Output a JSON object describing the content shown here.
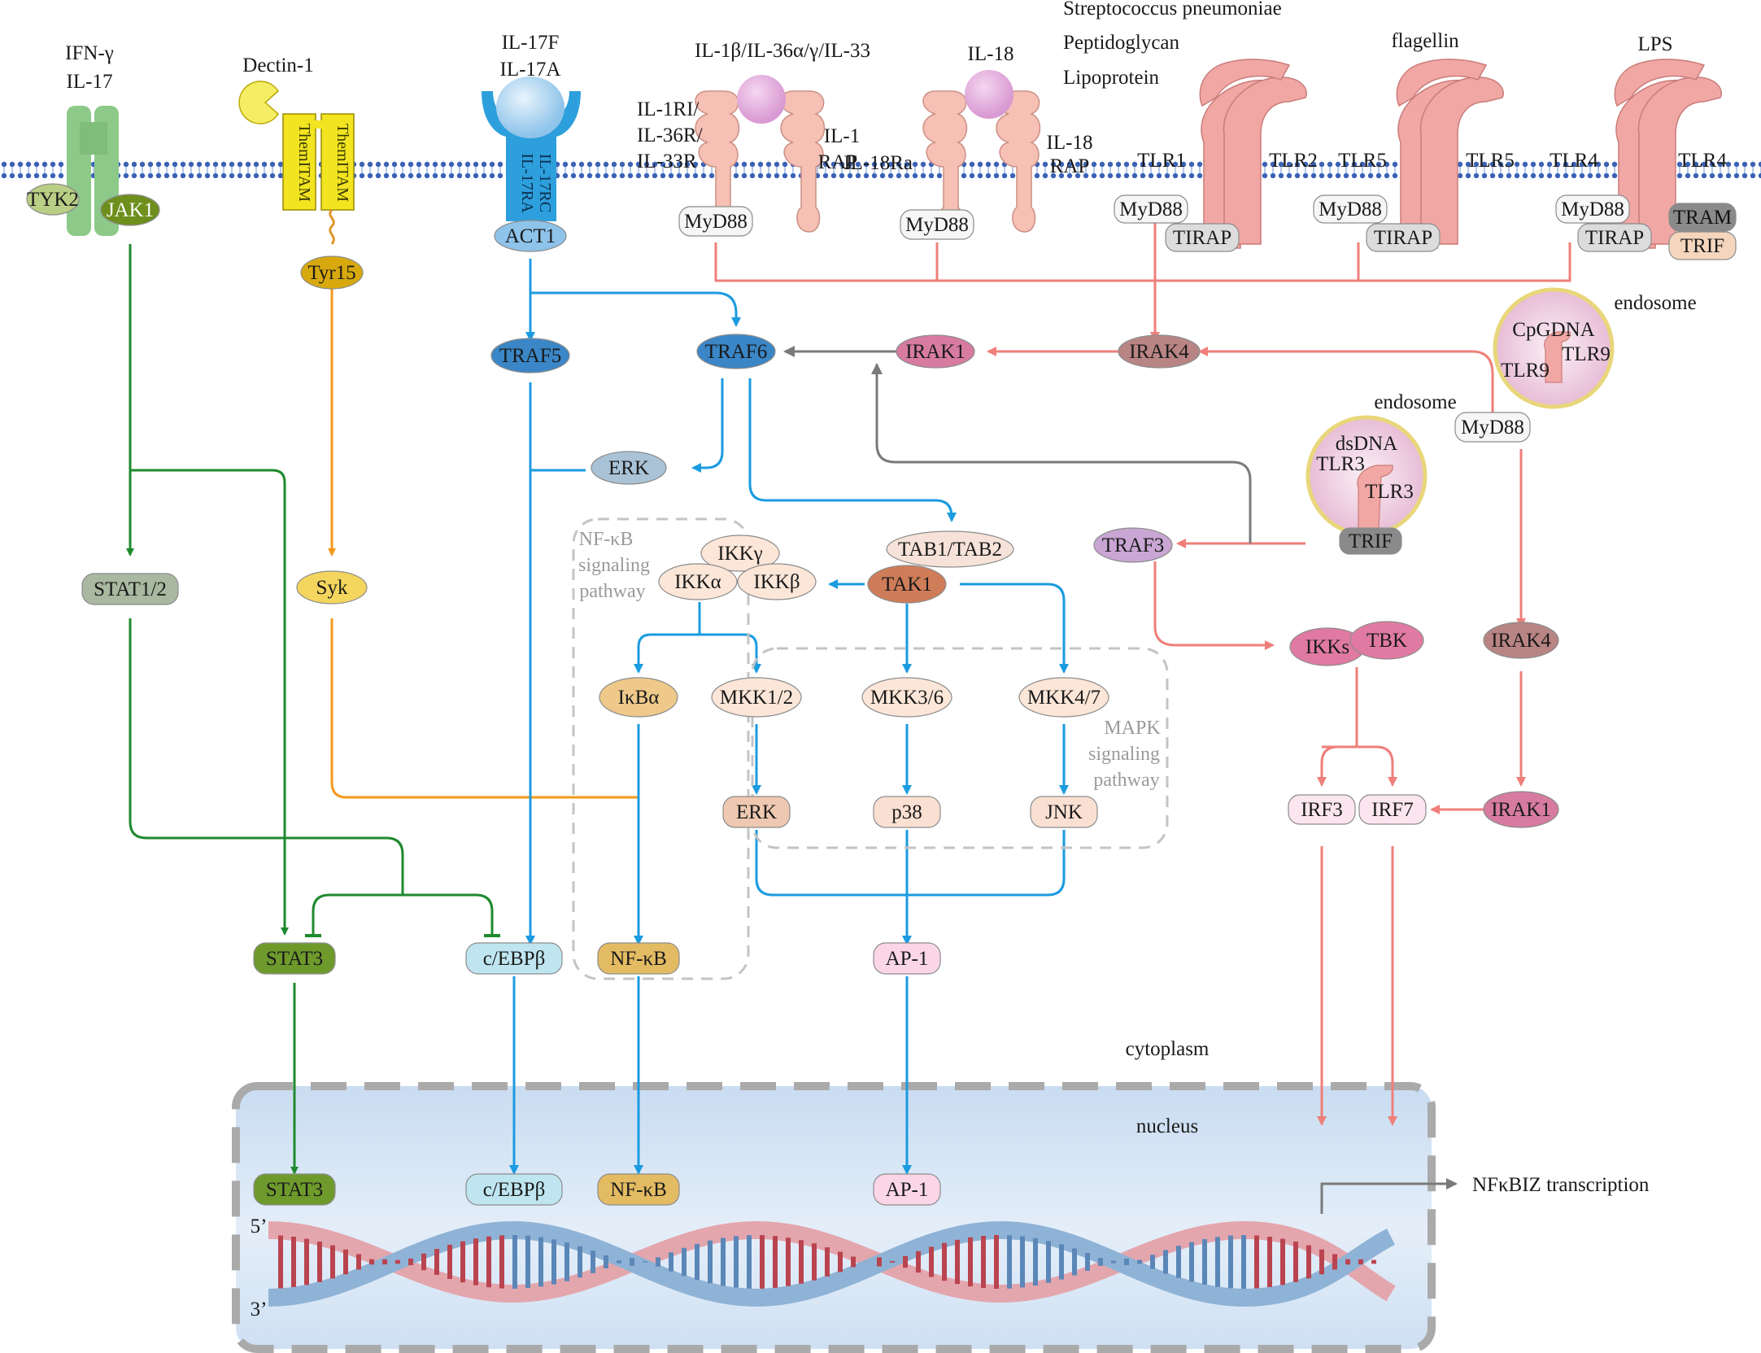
{
  "labels": {
    "ifn_gamma": "IFN-γ",
    "il17_top": "IL-17",
    "dectin1": "Dectin-1",
    "il17f": "IL-17F",
    "il17a": "IL-17A",
    "il1b_group": "IL-1β/IL-36α/γ/IL-33",
    "il18": "IL-18",
    "strep": "Streptococcus pneumoniae",
    "peptidoglycan": "Peptidoglycan",
    "lipoprotein": "Lipoprotein",
    "flagellin": "flagellin",
    "lps": "LPS",
    "il1ri_a": "IL-1RI/",
    "il1ri_b": "IL-36R/",
    "il1ri_c": "IL-33R",
    "il1rap_a": "IL-1",
    "il1rap_b": "RAP",
    "il18ra": "IL-18Ra",
    "il18rap_a": "IL-18",
    "il18rap_b": "RAP",
    "tlr1": "TLR1",
    "tlr2": "TLR2",
    "tlr5a": "TLR5",
    "tlr5b": "TLR5",
    "tlr4a": "TLR4",
    "tlr4b": "TLR4",
    "hemitam1": "ThemITAM",
    "hemitam2": "ThemITAM",
    "il17ra": "IL-17RA",
    "il17rc": "IL-17RC",
    "endosome1": "endosome",
    "endosome2": "endosome",
    "cpgdna": "CpGDNA",
    "tlr9a": "TLR9",
    "tlr9b": "TLR9",
    "dsdna": "dsDNA",
    "tlr3a": "TLR3",
    "tlr3b": "TLR3",
    "nfkb_path_1": "NF-κB",
    "nfkb_path_2": "signaling",
    "nfkb_path_3": "pathway",
    "mapk_path_1": "MAPK",
    "mapk_path_2": "signaling",
    "mapk_path_3": "pathway",
    "cytoplasm": "cytoplasm",
    "nucleus": "nucleus",
    "five_prime": "5’",
    "three_prime": "3’",
    "transcription": "NFκBIZ transcription"
  },
  "nodes": {
    "tyk2": "TYK2",
    "jak1": "JAK1",
    "tyr15": "Tyr15",
    "act1": "ACT1",
    "myd88_a": "MyD88",
    "myd88_b": "MyD88",
    "myd88_c": "MyD88",
    "myd88_d": "MyD88",
    "myd88_e": "MyD88",
    "myd88_f": "MyD88",
    "tirap_a": "TIRAP",
    "tirap_b": "TIRAP",
    "tirap_c": "TIRAP",
    "tram": "TRAM",
    "trif_a": "TRIF",
    "trif_b": "TRIF",
    "traf5": "TRAF5",
    "traf6": "TRAF6",
    "irak1_a": "IRAK1",
    "irak4_a": "IRAK4",
    "erk_a": "ERK",
    "tab": "TAB1/TAB2",
    "tak1": "TAK1",
    "ikkg": "IKKγ",
    "ikka": "IKKα",
    "ikkb": "IKKβ",
    "traf3": "TRAF3",
    "stat12": "STAT1/2",
    "syk": "Syk",
    "ikba": "IκBα",
    "mkk12": "MKK1/2",
    "mkk36": "MKK3/6",
    "mkk47": "MKK4/7",
    "ikks": "IKKs",
    "tbk": "TBK",
    "irak4_b": "IRAK4",
    "erk_b": "ERK",
    "p38": "p38",
    "jnk": "JNK",
    "irf3": "IRF3",
    "irf7": "IRF7",
    "irak1_b": "IRAK1",
    "stat3_a": "STAT3",
    "cebpb_a": "c/EBPβ",
    "nfkb_a": "NF-κB",
    "ap1_a": "AP-1",
    "stat3_b": "STAT3",
    "cebpb_b": "c/EBPβ",
    "nfkb_b": "NF-κB",
    "ap1_b": "AP-1"
  },
  "colors": {
    "green": "#1e8a2e",
    "orange": "#f29a1c",
    "blue": "#1b9be0",
    "salmon": "#ef7f7a",
    "gray": "#7a7a7a"
  }
}
